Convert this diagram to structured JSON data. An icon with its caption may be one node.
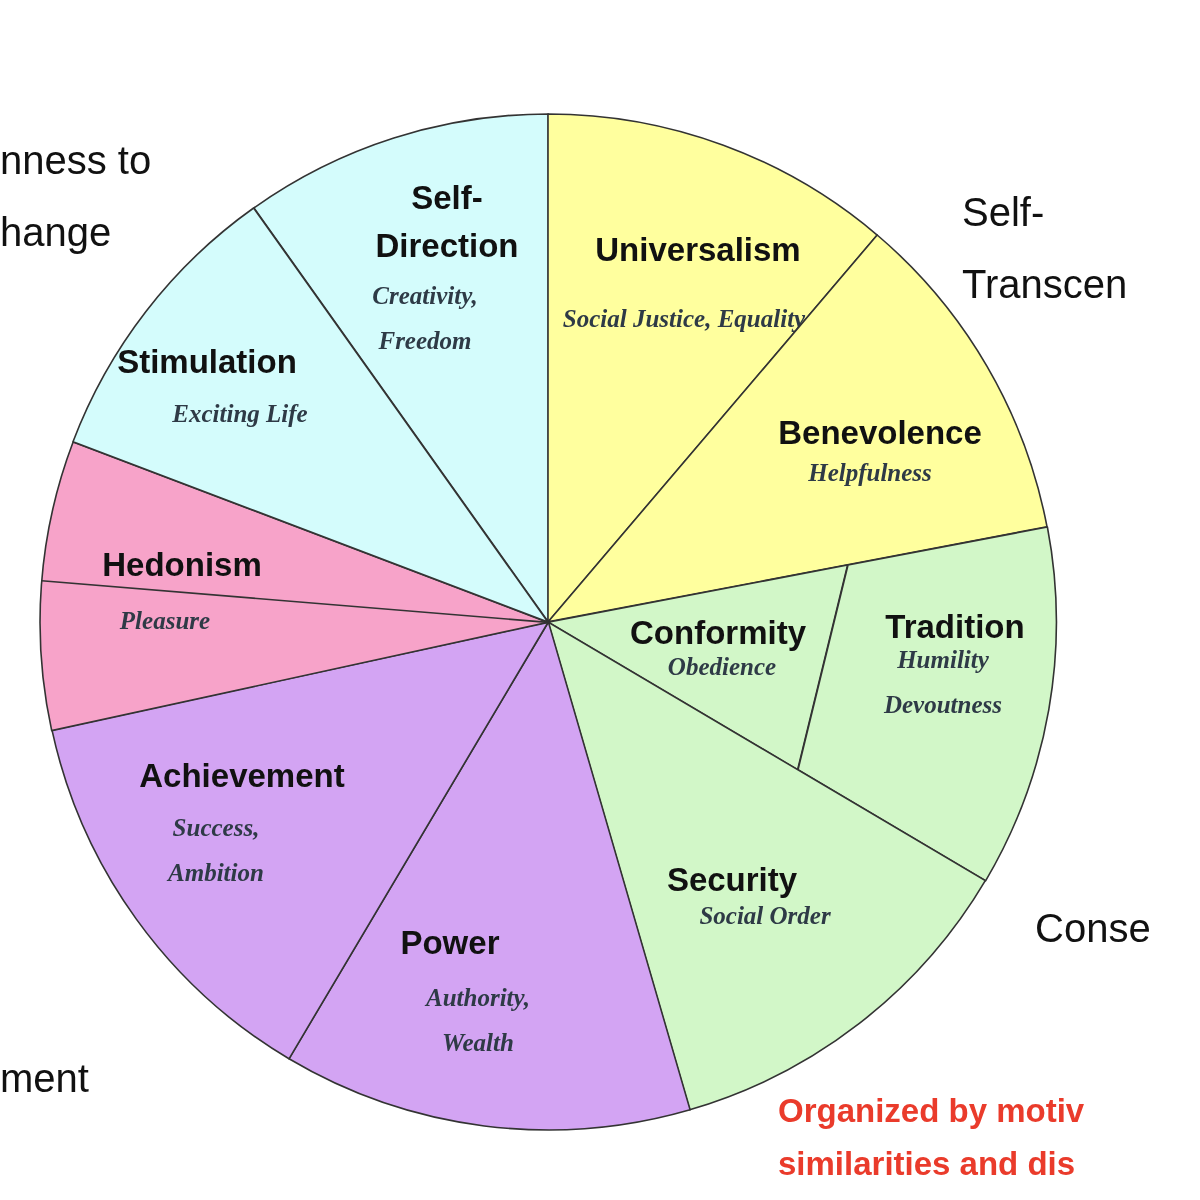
{
  "diagram": {
    "nodes": [
      {
        "text": [
          "Self- Direction",
          "Creativity, Freedom"
        ]
      },
      {
        "text": [
          "Universalism",
          "Social Justice, Equality"
        ]
      },
      {
        "text": [
          "Benevolence",
          "Helpfulness"
        ]
      },
      {
        "text": [
          "Conformity",
          "Obedience"
        ]
      },
      {
        "text": [
          "Tradition",
          "Humility Devoutness"
        ]
      },
      {
        "text": [
          "Security",
          "Social Order"
        ]
      },
      {
        "text": [
          "Power",
          "Authority, Wealth"
        ]
      },
      {
        "text": [
          "Achievement",
          "Success, Ambition"
        ]
      },
      {
        "text": [
          "Hedonism",
          "Pleasure"
        ]
      },
      {
        "text": [
          "Stimulation",
          "Exciting Life"
        ]
      }
    ],
    "labels": [
      "nness to hange",
      "Self- Transcen",
      "Conse",
      "ment",
      "Organized by motiv similarities and dis"
    ]
  }
}
